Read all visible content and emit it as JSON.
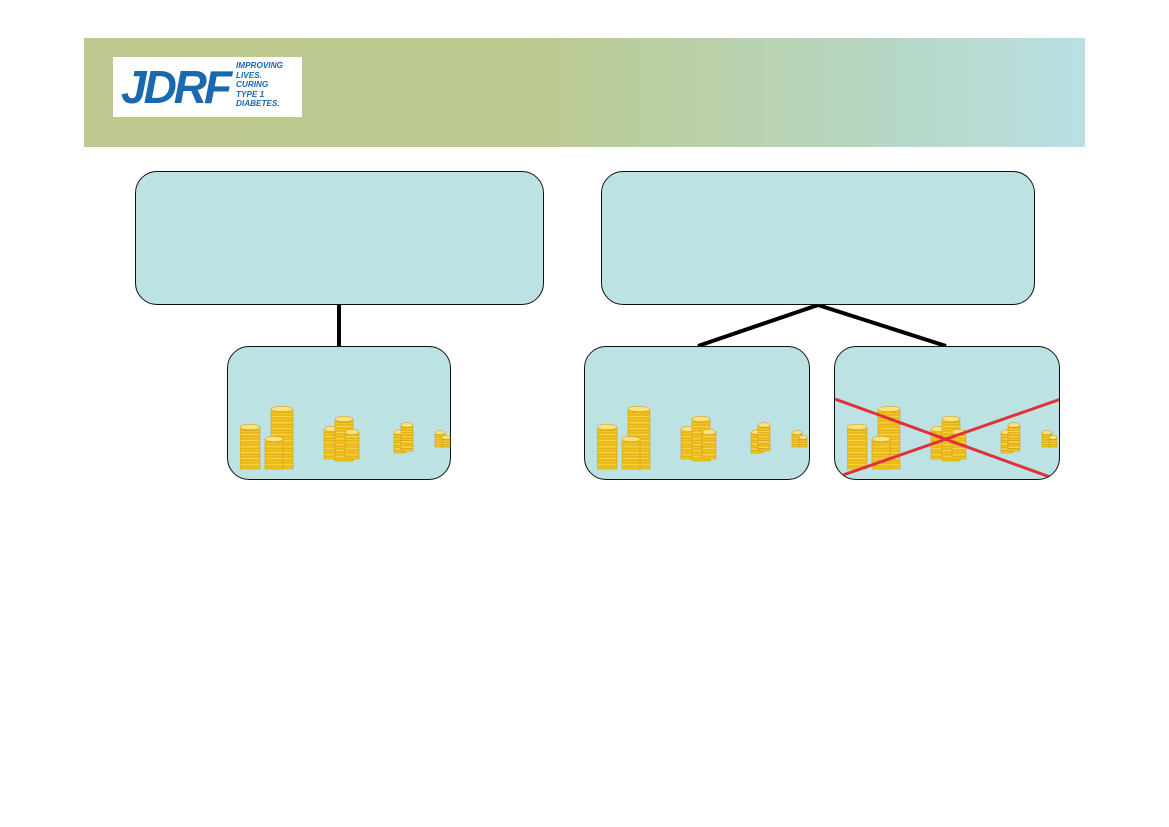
{
  "header": {
    "logo": {
      "wordmark": "JDRF",
      "tagline": [
        "IMPROVING",
        "LIVES.",
        "CURING",
        "TYPE 1",
        "DIABETES."
      ]
    },
    "band_colors": [
      "#bdc98f",
      "#bbe0e4"
    ]
  },
  "diagram": {
    "box_fill": "#bde2e4",
    "box_border": "#111111",
    "coin_color": "#f5c518",
    "cross_color": "#e0303a",
    "parents": [
      {
        "id": "parent-left",
        "title": ""
      },
      {
        "id": "parent-right",
        "title": ""
      }
    ],
    "children": [
      {
        "id": "child-left",
        "parent": "parent-left",
        "icon": "coin-stacks",
        "crossed_out": false
      },
      {
        "id": "child-mid",
        "parent": "parent-right",
        "icon": "coin-stacks",
        "crossed_out": false
      },
      {
        "id": "child-right",
        "parent": "parent-right",
        "icon": "coin-stacks",
        "crossed_out": true
      }
    ]
  }
}
